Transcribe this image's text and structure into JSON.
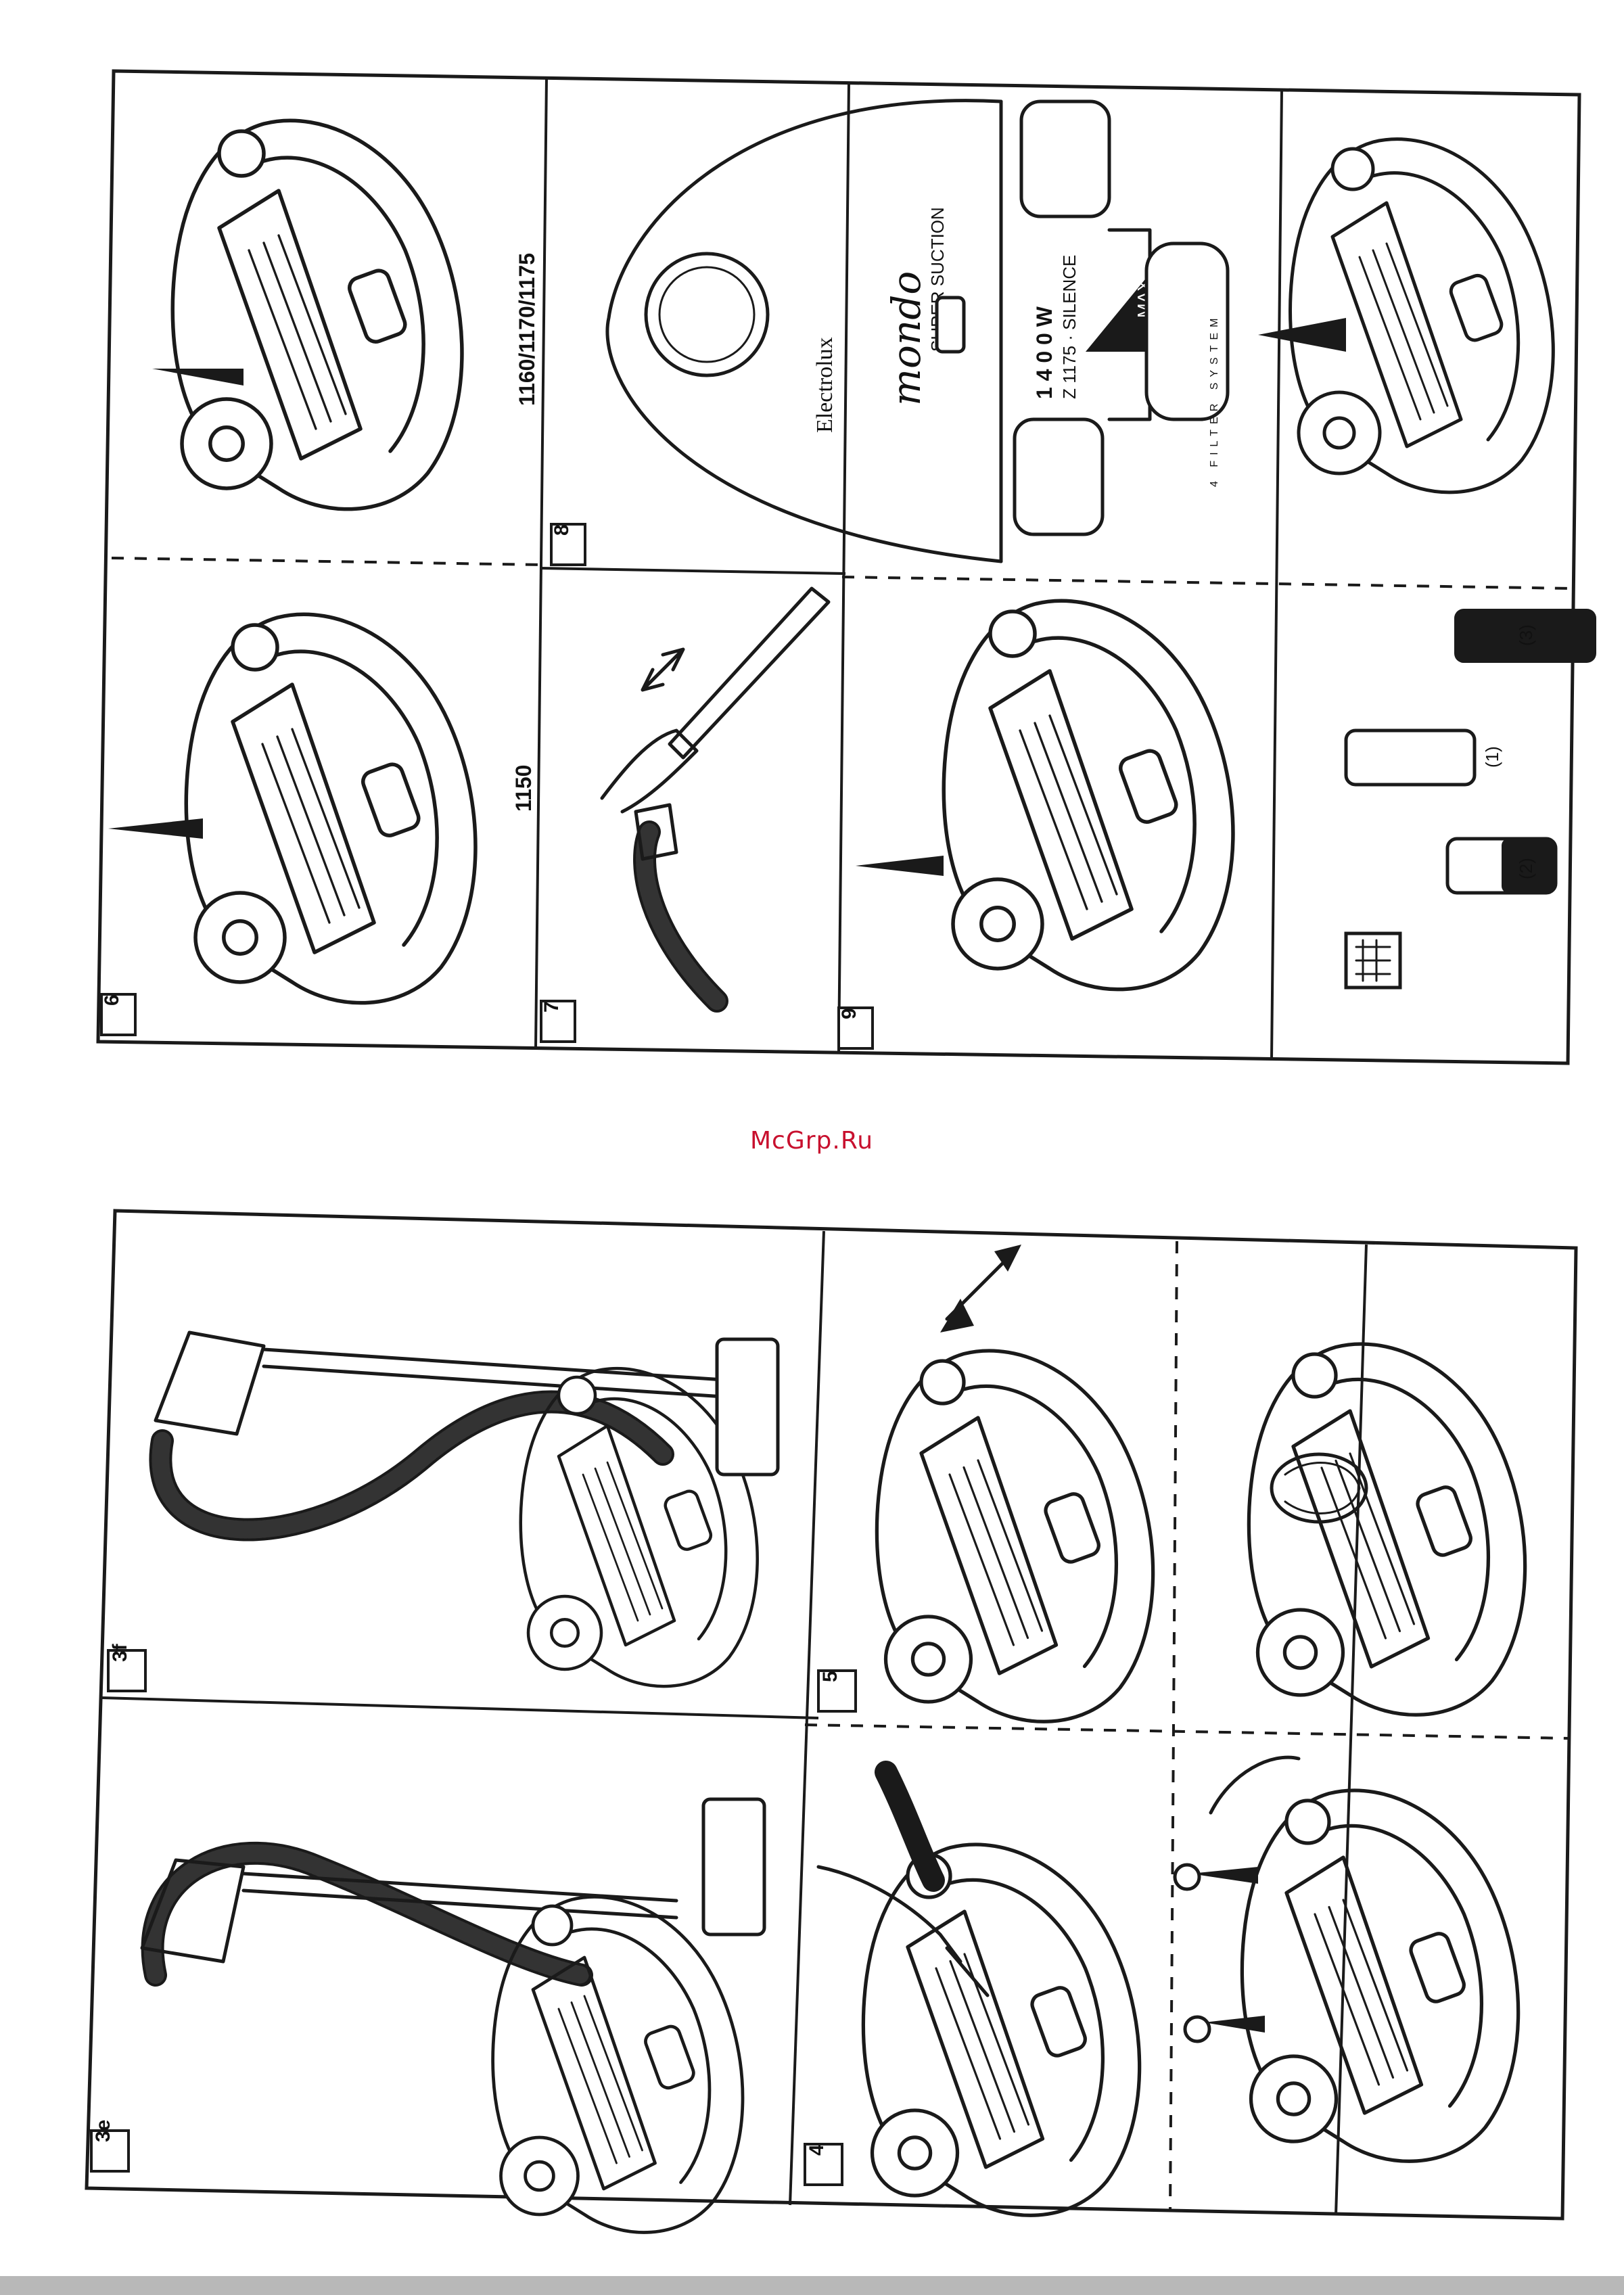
{
  "watermark": "McGrp.Ru",
  "top_sheet": {
    "panels": [
      {
        "id": "6",
        "model_labels": [
          "1150",
          "1160/1170/1175"
        ]
      },
      {
        "id": "7"
      },
      {
        "id": "8",
        "brand": "Electrolux",
        "product": "mondo",
        "product_sub": "SUPER SUCTION",
        "power": "1 4 0 0 W",
        "power_sub": "Z 1175 · SILENCE",
        "max_label": "MAX",
        "filter_text": "4 FILTER SYSTEM"
      },
      {
        "id": "9",
        "indicator_labels": [
          "(1)",
          "(2)",
          "(3)"
        ]
      }
    ]
  },
  "bottom_sheet": {
    "panels": [
      {
        "id": "3e"
      },
      {
        "id": "3f"
      },
      {
        "id": "4"
      },
      {
        "id": "5"
      }
    ]
  },
  "colors": {
    "ink": "#1a1a1a",
    "watermark": "#c8102e",
    "paper": "#ffffff"
  }
}
